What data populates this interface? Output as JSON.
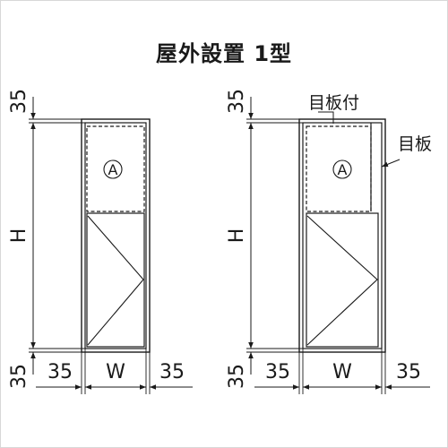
{
  "title": "屋外設置 1型",
  "left_unit": {
    "circle_label": "A",
    "dim_top": "35",
    "dim_height": "H",
    "dim_bottom": "35",
    "dim_left": "35",
    "dim_width": "W",
    "dim_right": "35"
  },
  "right_unit": {
    "label_with_plate": "目板付",
    "label_plate": "目板",
    "circle_label": "A",
    "dim_top": "35",
    "dim_height": "H",
    "dim_bottom": "35",
    "dim_left": "35",
    "dim_width": "W",
    "dim_right": "35"
  },
  "colors": {
    "line": "#1a1a1a",
    "background": "#ffffff"
  }
}
